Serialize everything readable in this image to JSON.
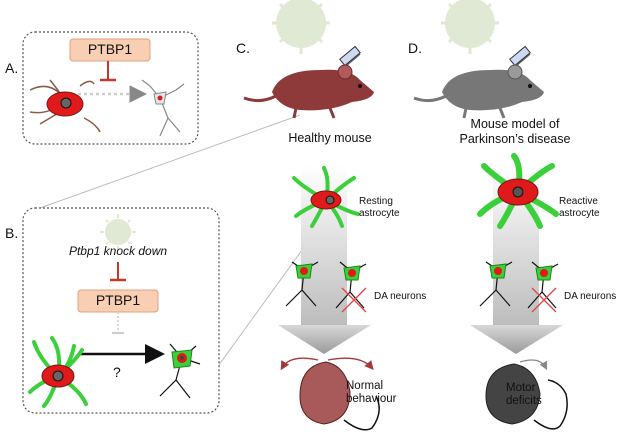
{
  "panels": {
    "a": {
      "label": "A.",
      "factor": "PTBP1"
    },
    "b": {
      "label": "B.",
      "knockdown": "Ptbp1 knock down",
      "factor": "PTBP1",
      "question": "?"
    },
    "c": {
      "label": "C.",
      "title": "Healthy mouse",
      "astrocyte": "Resting\nastrocyte",
      "neurons": "DA neurons",
      "outcome": "Normal\nbehaviour"
    },
    "d": {
      "label": "D.",
      "title": "Mouse model of\nParkinson’s disease",
      "astrocyte": "Reactive\nastrocyte",
      "neurons": "DA neurons",
      "outcome": "Motor\ndeficits"
    }
  },
  "colors": {
    "astrocyte_green": "#3ad03a",
    "nucleus_red": "#e01a1a",
    "mouse_healthy": "#8e3a3a",
    "mouse_model": "#777777",
    "virus": "#dfe9d3",
    "ptbp1_box": "#f8cfb3",
    "inhibit": "#c0392b"
  }
}
